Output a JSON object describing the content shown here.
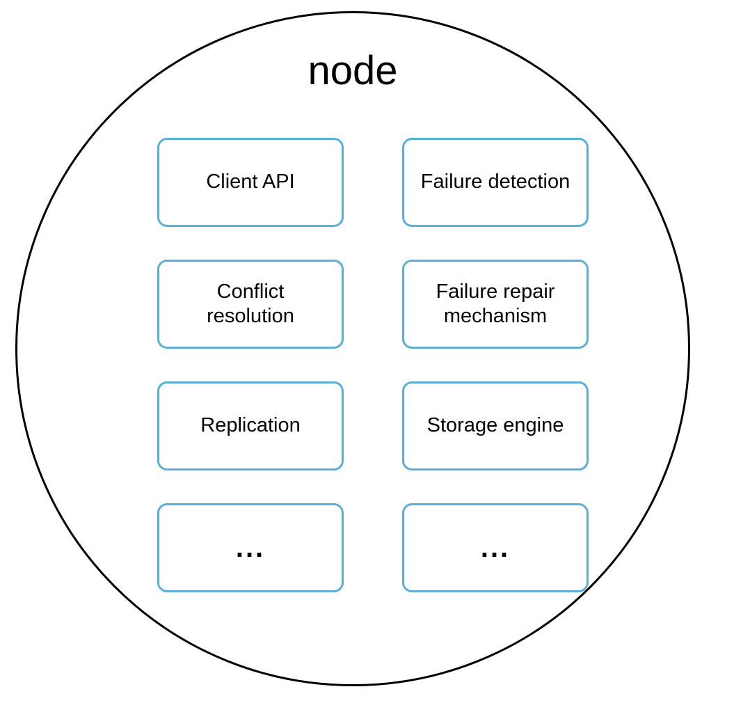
{
  "diagram": {
    "title": "node",
    "shape": "circle",
    "circle_stroke_color": "#000000",
    "box_stroke_color": "#5BAFD7",
    "box_fill_color": "#ffffff",
    "text_color": "#000000",
    "columns": 2,
    "rows": 4,
    "boxes": [
      {
        "id": "client-api",
        "label": "Client API",
        "column": 1,
        "row": 1,
        "is_ellipsis": false
      },
      {
        "id": "failure-detection",
        "label": "Failure detection",
        "column": 2,
        "row": 1,
        "is_ellipsis": false
      },
      {
        "id": "conflict-resolution",
        "label": "Conflict\nresolution",
        "column": 1,
        "row": 2,
        "is_ellipsis": false
      },
      {
        "id": "failure-repair",
        "label": "Failure repair\nmechanism",
        "column": 2,
        "row": 2,
        "is_ellipsis": false
      },
      {
        "id": "replication",
        "label": "Replication",
        "column": 1,
        "row": 3,
        "is_ellipsis": false
      },
      {
        "id": "storage-engine",
        "label": "Storage engine",
        "column": 2,
        "row": 3,
        "is_ellipsis": false
      },
      {
        "id": "more-left",
        "label": "...",
        "column": 1,
        "row": 4,
        "is_ellipsis": true
      },
      {
        "id": "more-right",
        "label": "...",
        "column": 2,
        "row": 4,
        "is_ellipsis": true
      }
    ]
  }
}
